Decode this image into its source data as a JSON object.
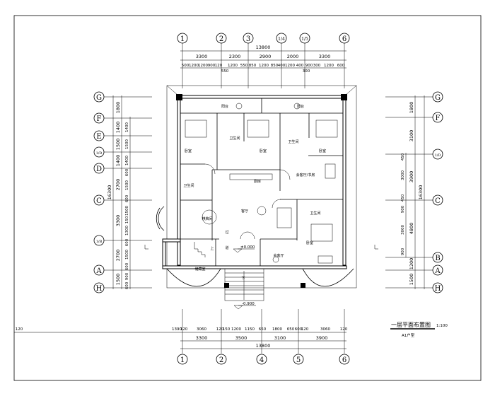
{
  "drawing": {
    "title": "一层平面布置图",
    "scale": "1:100",
    "unit_type": "A1户型"
  },
  "axes_top": [
    "1",
    "2",
    "3",
    "1/4",
    "1/5",
    "6"
  ],
  "axes_bottom": [
    "1",
    "2",
    "4",
    "5",
    "6"
  ],
  "axes_left": [
    "G",
    "F",
    "E",
    "1/D",
    "D",
    "C",
    "1/B",
    "A",
    "H"
  ],
  "axes_right": [
    "G",
    "F",
    "1/D",
    "C",
    "B",
    "A",
    "H"
  ],
  "dims_top": {
    "total": "13800",
    "bays": [
      "3300",
      "2300",
      "2900",
      "2000",
      "3300"
    ],
    "detail": [
      "500",
      "1200",
      "1200",
      "900",
      "120",
      "1200",
      "550",
      "850",
      "1200",
      "850",
      "400",
      "1200",
      "400",
      "900",
      "300",
      "1200",
      "600"
    ],
    "extra": [
      "550",
      "300"
    ]
  },
  "dims_bottom": {
    "detail": [
      "120",
      "1390",
      "120",
      "3060",
      "120",
      "150",
      "1200",
      "1150",
      "650",
      "1800",
      "650",
      "600",
      "120",
      "3060",
      "120"
    ],
    "bays": [
      "3300",
      "3500",
      "3100",
      "3900"
    ],
    "total": "13800"
  },
  "dims_left": {
    "total": "16300",
    "bays": [
      "1800",
      "1400",
      "1500",
      "1400",
      "2700",
      "3300",
      "2700",
      "1500"
    ],
    "detail": [
      "1400",
      "1500",
      "1400",
      "600",
      "1500",
      "600",
      "1500",
      "150",
      "1300",
      "600",
      "1500",
      "600",
      "900",
      "600"
    ]
  },
  "dims_right": {
    "total": "16300",
    "bays": [
      "1800",
      "3100",
      "3900",
      "4800",
      "1200",
      "1500"
    ],
    "detail": [
      "450",
      "3000",
      "450",
      "900",
      "3000",
      "900"
    ]
  },
  "rooms": {
    "balcony_left": "阳台",
    "balcony_right": "阳台",
    "bedroom_1": "卧室",
    "bath_1": "卫生间",
    "bedroom_2": "卧室",
    "bath_2": "卫生间",
    "bedroom_3": "卧室",
    "bath_3": "卫生间",
    "kitchen": "厨房",
    "study": "会客厅/书房",
    "living": "客厅",
    "chess_room": "棋牌间",
    "corridor_1": "过",
    "corridor_2": "道",
    "stair_up": "上",
    "storage": "储藏室",
    "reception": "会客厅",
    "bath_4": "卫生间",
    "bedroom_4": "卧室",
    "entry_down": "下"
  },
  "levels": {
    "floor": "±0.000",
    "outdoor": "-0.900"
  }
}
